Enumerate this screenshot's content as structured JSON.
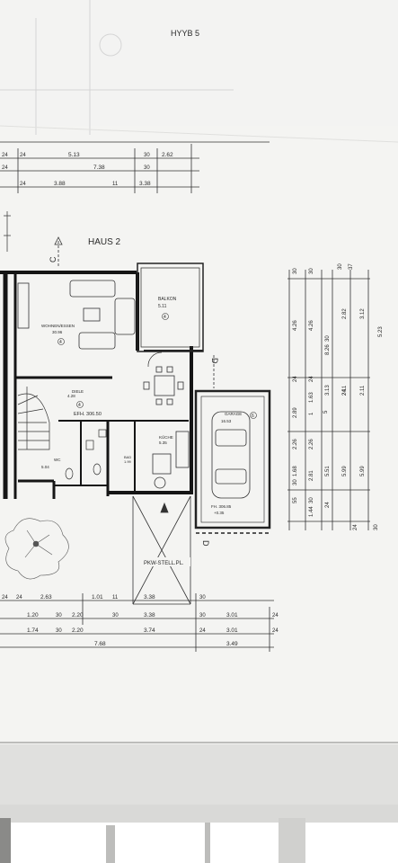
{
  "header": {
    "top_dims": [
      "5.13",
      "7.38",
      "2.62",
      "3.88",
      "3.38",
      "24",
      "24",
      "24",
      "24",
      "30",
      "30",
      "11"
    ]
  },
  "title": "HAUS 2",
  "rooms": {
    "wohnen": {
      "name": "WOHNEN/ESSEN",
      "area": "30.96",
      "marker": "4"
    },
    "balkon": {
      "name": "BALKON",
      "area": "5.11",
      "marker": "4"
    },
    "diele": {
      "name": "DIELE",
      "area": "4.28",
      "marker": "4",
      "level": "EFH. 306.50"
    },
    "kueche": {
      "name": "KÜCHE",
      "area": "5.35",
      "marker": "4"
    },
    "wc": {
      "name": "WC",
      "area": "5.04",
      "marker": "4"
    },
    "bad": {
      "name": "BAD",
      "area": "1.99",
      "marker": "4"
    },
    "garage": {
      "name": "GARAGE",
      "area": "16.53",
      "marker": "6",
      "level": "FH. 306.85",
      "level2": "+0.35"
    },
    "stellplatz": {
      "name": "PKW-STELL.PL."
    }
  },
  "section_marks": {
    "c": "C",
    "d": "D"
  },
  "right_dims": {
    "col1": [
      "1.68",
      "2.26",
      "2.26",
      "1.63",
      "2.89",
      "4.26",
      "5",
      "30",
      "30",
      "30",
      "24",
      "24",
      "55",
      "30"
    ],
    "col2": [
      "1.44",
      "2.81",
      "5.51",
      "3.13",
      "8.26",
      "4.26",
      "1",
      "30",
      "24",
      "24"
    ],
    "col3": [
      "5.99",
      "2.11",
      "2.82",
      "3.12",
      "5.23",
      "5.99",
      "2.11",
      "24",
      "30",
      "30",
      "37"
    ]
  },
  "bottom_dims": {
    "row1": [
      "24",
      "2.63",
      "1.01",
      "11",
      "3.38",
      "24",
      "30"
    ],
    "row2": [
      "1.20",
      "2.20",
      "3.38",
      "30",
      "3.01",
      "30",
      "24",
      "30"
    ],
    "row3": [
      "1.74",
      "2.20",
      "3.74",
      "24",
      "3.01",
      "30",
      "24"
    ],
    "row4": [
      "7.68",
      "3.49"
    ]
  },
  "colors": {
    "paper": "#f2f2f0",
    "ink": "#1e1e1e",
    "shadow": "#cfcfcd"
  }
}
